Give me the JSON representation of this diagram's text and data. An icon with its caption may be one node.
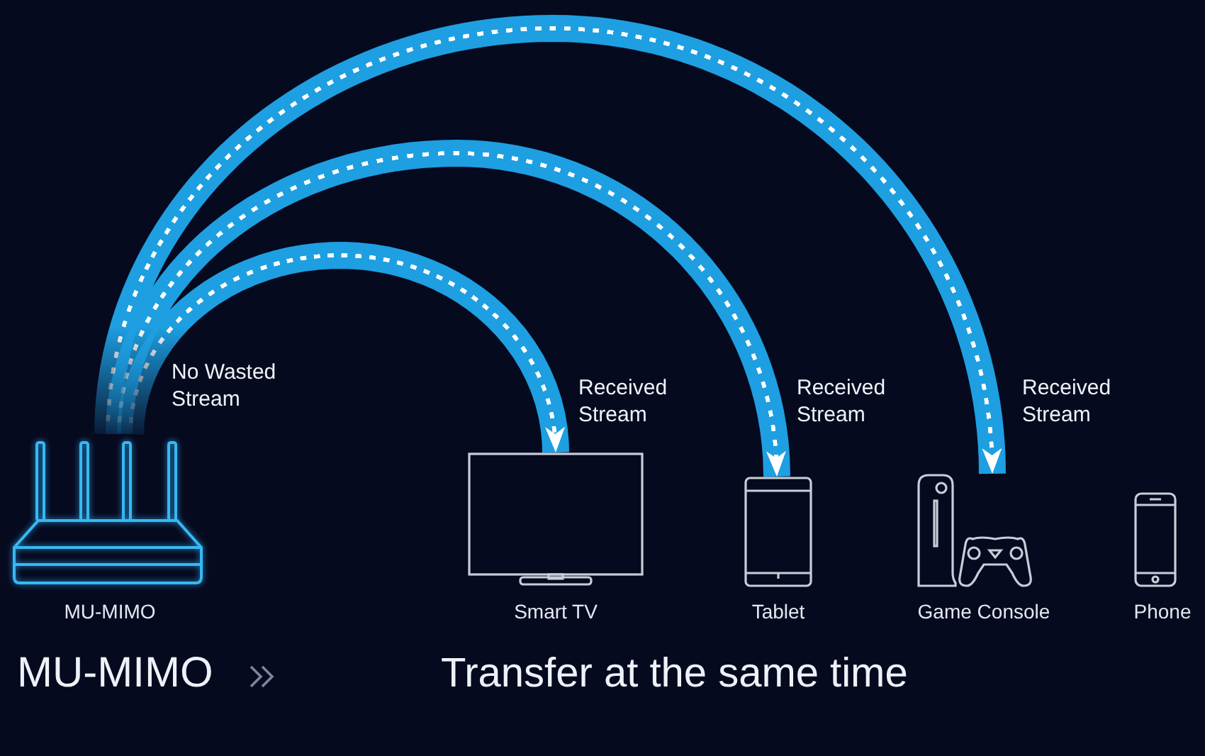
{
  "diagram": {
    "nodes": [
      {
        "text": [
          "MU-MIMO"
        ]
      },
      {
        "text": [
          "Smart TV"
        ]
      },
      {
        "text": [
          "Tablet"
        ]
      },
      {
        "text": [
          "Game Console"
        ]
      },
      {
        "text": [
          "Phone"
        ]
      }
    ],
    "edges": [
      {
        "from": 0,
        "to": 1,
        "arrow": "to",
        "label": "Received Stream"
      },
      {
        "from": 0,
        "to": 2,
        "arrow": "to",
        "label": "Received Stream"
      },
      {
        "from": 0,
        "to": 3,
        "arrow": "to",
        "label": "Received Stream"
      }
    ],
    "labels": [
      "No Wasted Stream",
      "MU-MIMO",
      "Transfer at the same time"
    ]
  }
}
